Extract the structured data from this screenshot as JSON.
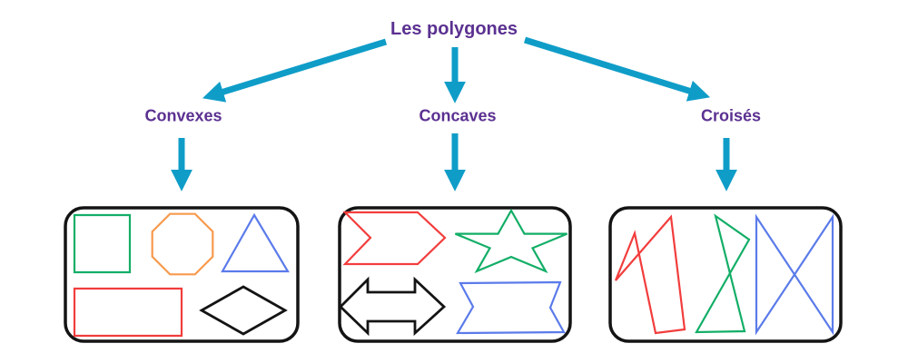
{
  "title": "Les polygones",
  "branches": [
    {
      "label": "Convexes",
      "examples": [
        "square",
        "octagon",
        "triangle",
        "rectangle",
        "diamond"
      ]
    },
    {
      "label": "Concaves",
      "examples": [
        "chevron-arrow",
        "five-point-star",
        "double-arrow",
        "banner"
      ]
    },
    {
      "label": "Croisés",
      "examples": [
        "crossed-quadrilateral",
        "crossed-bowtie",
        "crossed-rectangle"
      ]
    }
  ],
  "colors": {
    "arrow": "#0f9dc8",
    "label": "#5b3191",
    "green": "#13ae67",
    "orange": "#f79a4d",
    "blue": "#5b7bea",
    "red": "#f23d3d",
    "black": "#141414"
  }
}
